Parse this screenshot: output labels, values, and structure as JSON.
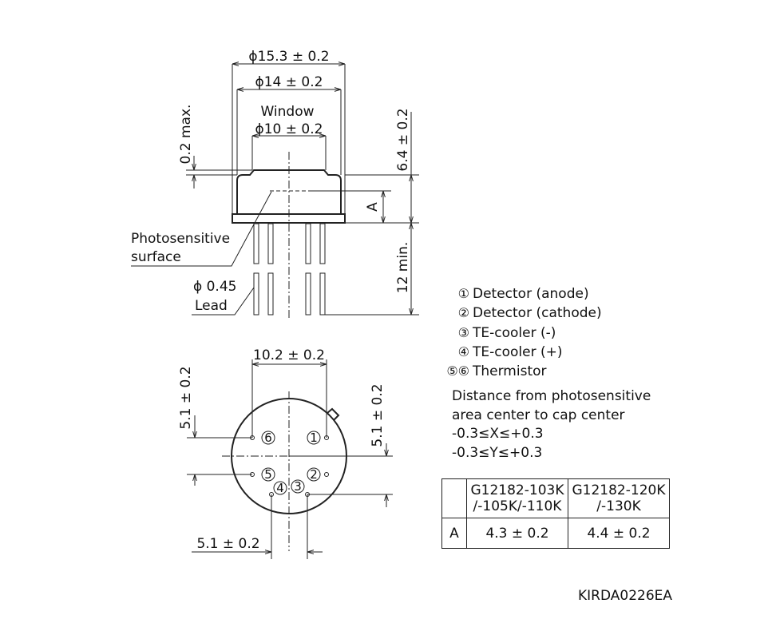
{
  "side_view": {
    "dim_outer": "ϕ15.3 ± 0.2",
    "dim_cap": "ϕ14 ± 0.2",
    "window_label": "Window",
    "dim_window": "ϕ10 ± 0.2",
    "dim_window_height": "0.2 max.",
    "dim_height": "6.4 ± 0.2",
    "dim_a_label": "A",
    "dim_lead_length": "12 min.",
    "photosensitive_line1": "Photosensitive",
    "photosensitive_line2": "surface",
    "lead_dia": "ϕ 0.45",
    "lead_label": "Lead"
  },
  "bottom_view": {
    "dim_width": "10.2 ± 0.2",
    "dim_left_vertical": "5.1 ± 0.2",
    "dim_right_vertical": "5.1 ± 0.2",
    "dim_bottom": "5.1 ± 0.2",
    "pins": [
      "1",
      "2",
      "3",
      "4",
      "5",
      "6"
    ]
  },
  "legend": [
    {
      "num": "①",
      "label": "Detector (anode)"
    },
    {
      "num": "②",
      "label": "Detector (cathode)"
    },
    {
      "num": "③",
      "label": "TE-cooler (-)"
    },
    {
      "num": "④",
      "label": "TE-cooler (+)"
    },
    {
      "num": "⑤⑥",
      "label": "Thermistor"
    }
  ],
  "note": {
    "line1": "Distance from photosensitive",
    "line2": "area center to cap center",
    "line3": "-0.3≤X≤+0.3",
    "line4": "-0.3≤Y≤+0.3"
  },
  "table": {
    "col1_line1": "G12182-103K",
    "col1_line2": "/-105K/-110K",
    "col2_line1": "G12182-120K",
    "col2_line2": "/-130K",
    "row_label": "A",
    "row_val1": "4.3 ± 0.2",
    "row_val2": "4.4 ± 0.2"
  },
  "drawing_code": "KIRDA0226EA"
}
